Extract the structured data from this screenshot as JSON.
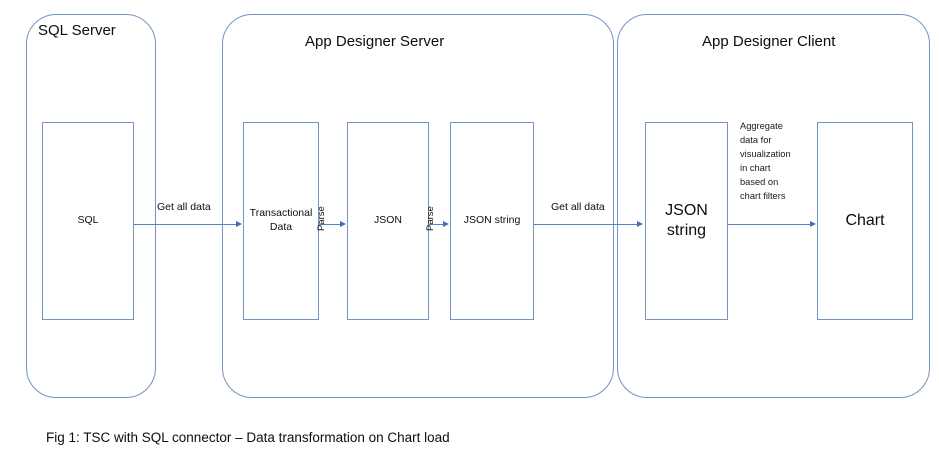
{
  "figure": {
    "caption": "Fig 1:  TSC with SQL connector – Data transformation on Chart load",
    "border_color": "#7593c4",
    "arrow_color": "#5b82bd",
    "background": "#ffffff"
  },
  "zones": [
    {
      "id": "sql-server",
      "title": "SQL Server"
    },
    {
      "id": "app-designer-server",
      "title": "App Designer Server"
    },
    {
      "id": "app-designer-client",
      "title": "App Designer Client"
    }
  ],
  "boxes": [
    {
      "id": "sql",
      "label": "SQL"
    },
    {
      "id": "transactional-data",
      "label": "Transactional Data"
    },
    {
      "id": "json",
      "label": "JSON"
    },
    {
      "id": "json-string-server",
      "label": "JSON string"
    },
    {
      "id": "json-string-client",
      "label": "JSON\nstring"
    },
    {
      "id": "chart",
      "label": "Chart"
    }
  ],
  "connectors": [
    {
      "id": "sql-to-transactional",
      "label": "Get all data"
    },
    {
      "id": "transactional-to-json",
      "label": "Parse"
    },
    {
      "id": "json-to-json-string",
      "label": "Parse"
    },
    {
      "id": "server-to-client",
      "label": "Get all data"
    },
    {
      "id": "json-string-to-chart",
      "label": ""
    }
  ],
  "annotations": [
    {
      "id": "aggregate-note",
      "text": "Aggregate\ndata for\nvisualization\nin chart\nbased on\nchart filters"
    }
  ]
}
